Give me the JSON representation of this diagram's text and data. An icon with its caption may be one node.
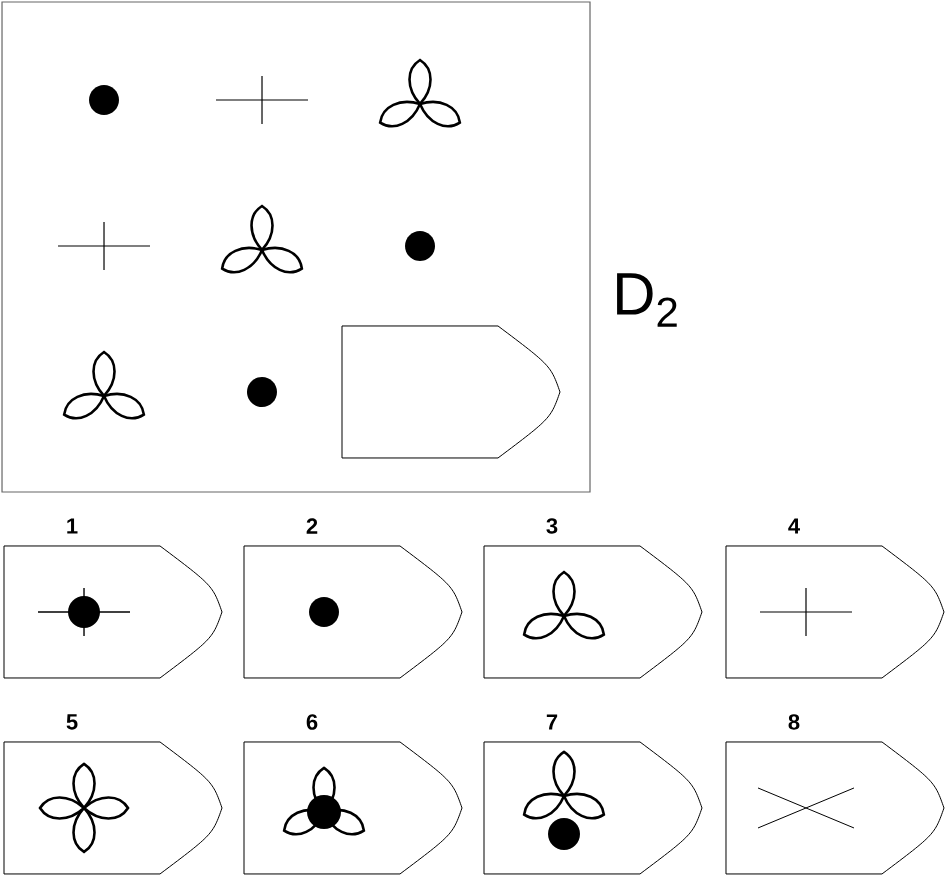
{
  "diagram": {
    "nodes": [
      {
        "text": [],
        "shape": "pentagon"
      },
      {
        "text": [
          "1"
        ]
      },
      {
        "text": [
          "2"
        ]
      },
      {
        "text": [
          "3"
        ]
      },
      {
        "text": [
          "4"
        ]
      },
      {
        "text": [
          "5"
        ]
      },
      {
        "text": [
          "6"
        ]
      },
      {
        "text": [
          "7"
        ]
      },
      {
        "text": [
          "8"
        ]
      }
    ],
    "labels": [
      "D$_{2}$"
    ]
  }
}
